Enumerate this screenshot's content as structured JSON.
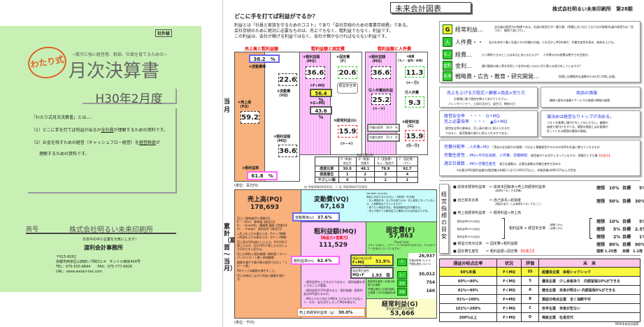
{
  "cover": {
    "confidential": "社外秘",
    "logo_text": "わたり式",
    "subtitle": "~数字に強い経営者、幹部、社員を育てるための~",
    "title": "月次決算書",
    "period": "H30年2月度",
    "intro": "「わたり式月次決算書」とは、、、",
    "point1_a": "（1）どこに手を打てば利益が出るか",
    "point1_u": "全社員",
    "point1_b": "が理解するための資料です。",
    "point2_a": "（2）お金を残すための経営（キャッシュフロー経営）を",
    "point2_u": "経営幹部",
    "point2_b": "が",
    "point2_c": "理解するための資料です。",
    "company_label": "商号",
    "company_name": "株式会社明るい未来印刷所",
    "slogan": "日本中の中小企業を元気にします！",
    "firm": "渡利会計事務所",
    "address": [
      "〒615-8262",
      "京都市西京区山田四ノ坪町11-4　サントル西京404号",
      "TEL：075-555-6844　　FAX：075-777-6926",
      "URL：www.watari-tax.com"
    ]
  },
  "doc": {
    "title": "未来会計図表",
    "company": "株式会社明るい未来印刷所　第28期",
    "heading": "どこに手を打てば利益がでるか？",
    "intro": [
      "利益とは「社員と家族を守るためのコスト」であり「会社存続のための事業存続費」である。",
      "会社存続のために絶対に必要なものは、売上でもなく、粗利益でもなく、利益です。",
      "この利益は、会社が稼げる利益ではなく、会社が稼がなければならない利益です。"
    ],
    "monthly_label": "当月",
    "cumulative_label": "累計（期首～当月）",
    "unit": "(単位：百万円)",
    "unit2": "(単位：千円)",
    "chart1": {
      "heading": "売上高と粗利益額",
      "vc_ratio": "38.2　%",
      "vc_ratio_label": "⑥変動費率",
      "vc": "22.6",
      "vc_label": "②変動費\n(VQ)",
      "sales_label": "①売上高\n(PQ)",
      "sales": "59.2",
      "mq_label": "③粗利益額\n(MQ)",
      "mq": "36.6",
      "mq_ratio_label": "⑤粗利益率",
      "mq_ratio": "61.8　%"
    },
    "chart2": {
      "heading": "粗利益額と固定費",
      "mq_label": "③粗利益額\n(MQ)",
      "mq": "36.6",
      "f_label": "④固定費\n(F)",
      "f": "20.6",
      "fmq_label": "⑦F÷MQ",
      "fmq": "56.4　%",
      "bubble": "経営安全率",
      "gmq_label": "⑧G÷MQ",
      "gmq": "43.6　%",
      "g_label": "⑨経常利益(G)",
      "g": "15.9",
      "g_formula": "(③−④)"
    },
    "chart3": {
      "heading": "粗利益額と人件費",
      "mq_label": "③粗利益額\n(MQ)",
      "mq": "36.6",
      "exp_label": "⑩経費\n(モノ・金利・未来)",
      "exp": "11.3",
      "exp_formula": "(④−⑪)",
      "labor_mq_label": "⑫人件費前利益",
      "labor_mq": "25.2",
      "labor_mq_formula": "(③−⑩)",
      "labor_label": "⑪人件費",
      "labor": "9.3",
      "eq1": "労働分配率　36.9　%",
      "eq2": "労働生産性　25.4　百",
      "g_label": "⑨経常利益\n(G)",
      "g": "15.9",
      "g_formula": "(⑫−⑪)"
    },
    "sens": {
      "title": "利益感度分析",
      "headers": [
        "",
        "P（単価）\n商品力",
        "Q（数量）\n営業力",
        "V（変動費）\n仕入・製造力",
        "F（固定費）\nパワー"
      ],
      "rows": [
        {
          "label": "感度比率",
          "cells": [
            "30.0",
            "48.1",
            "79.9",
            "92.7"
          ]
        },
        {
          "label": "感度順位",
          "cells": [
            "1",
            "2",
            "3",
            "4"
          ]
        },
        {
          "label": "やさしい順",
          "cells": [
            "4",
            "3",
            "2",
            "1"
          ]
        }
      ]
    },
    "date_range": "自 平成30年04月01日　～ 至 平成30年07月30日",
    "cum": {
      "sales_label": "売上高(PQ)",
      "sales": "178,693",
      "vc_label": "変動費(VQ)",
      "vc": "67,163",
      "vc_ratio_label": "変動費率(v)",
      "vc_ratio": "37.6%",
      "vq_notes": [
        "Variable Quantity",
        "商品に対応するもの(仕入・材料費・外注費)",
        "・仕入単価交渉、仕入先の絞り込み、仕入過多になっていないか、人員教育はできていますか？",
        "・売りたい商品を売る。商品別粗利益を把握する。",
        "・売上が落ちても粗利益さえ確保されれば利益が上がる。"
      ],
      "mq_label": "粗利益額(MQ)",
      "mq_sub": "【商品力×営業力】",
      "mq": "111,529",
      "mq_ratio_label": "粗利益率(m)",
      "mq_ratio": "62.4%",
      "orange_notes": [
        "売上＝客単価(P)×客数(Q)",
        "P・・Price　客単価【商品力】",
        "Q・・Quantity　購買数 顧客【営業力】",
        "m・・margin　粗利益率【商品力】",
        "=売上を上げる事ならば、Pアップ戦略",
        "=利益を上げる事ならば、Qアップ戦略",
        "売上高が10%減少したとき、Pが10%下落したのか、Qが10%下落したのかによりGが大きく変わる。",
        "売上の原則=(既存顧客−解約客＋スリーパー)×リピート数＋新規顧客",
        "顧客を増やす事が真の経営ではなく「リピート数」",
        "PQアップは顧客を増やすこと。",
        "売上を伸ばしながら利益と顧客を増やす。"
      ],
      "pink_notes": [
        "・粗利益率を上げるだけではなく、粗利益額を多くすることが重要。",
        "・粗利益率が10%変わると、粗利益額、経常利益は何%変わるのか。",
        "・MQ上げると何とかMQを上げるだけではなく人・もの・金を活かしきってMQを伸ばす。"
      ],
      "safety_label": "損益分岐点比率",
      "safety_formula": "F÷MQ",
      "safety": "51.9%",
      "prod_label": "固定費生産性",
      "prod_formula": "MQ÷F",
      "prod": "1.93　倍",
      "f_label": "固定費(F)",
      "f": "57,863",
      "f_sub": "Fixed Cost",
      "f_note": "コストではなく、パワー。F÷MQを作り出すもの。F(人)がパワーを活かしきっていますか？",
      "f_items": [
        {
          "icon": "人",
          "value": "26,937",
          "subs": [
            "労働分配率 41.4 %",
            "労働生産性 24.2 %"
          ]
        },
        {
          "icon": "モノ",
          "value": "30,012"
        },
        {
          "icon": "金利",
          "value": "754"
        },
        {
          "icon": "未来",
          "value": "160"
        }
      ],
      "f_notes": [
        "固定費生産性＝社員の経営力の指標",
        "労働生産性＝社員の給料の指標 人が付加価値を稼ぐ"
      ],
      "g_label": "経常利益(G)",
      "g_sub": "会社員の経営力の指標",
      "g": "53,666",
      "g_ratio_label": "売上高経常利益率（g）",
      "g_ratio": "30.0%"
    }
  },
  "legend": {
    "items": [
      {
        "icon": "G",
        "label": "経常利益…",
        "desc": "全社員の経営力の指標である。社員の経営力が一番大事。(現場に近い社どうなり社の指標)社員の経営力は「気づき」　継続で身に付く。"
      },
      {
        "icon": "人",
        "label": "人件費・・",
        "desc": "金分を求めて働く社員たちの労働の対価。人を活かしMQを稼ぎ、労働生産性を高め、給料を上げる。"
      },
      {
        "icon": "モノ",
        "label": "経費…",
        "desc": "もう節約できるところは本当にありませんか？　人件費以外の経費は絶やさを目指す。"
      },
      {
        "icon": "金利",
        "label": "金利…",
        "desc": "銀行融資の借入等を利用して金利の低いものに切り替える努力をしていますか？"
      },
      {
        "icon": "未来",
        "label": "戦略費・広告・教育・研究開発…",
        "desc": "投資には積極的な姿勢のため付けが常に必要。"
      }
    ]
  },
  "boxes": {
    "eq_title": "売上を上げる方程式＝顧客×商品×売り方",
    "eq_text": [
      "お客様に買う理由を教えてあげてください。",
      "バレンタインデー、土用の丑の日、誕生日、敬老の日"
    ],
    "value_title": "商品の価値",
    "value_text": "機能×基本の価値×サービスの価値×情報の価値",
    "safety_line1": "経営安全率　・・・　G÷MQ",
    "safety_line2": "売上必要倍率　・・・　▲G÷MQ",
    "safety_text": [
      "経営安全率の意味は、売上高の減少に耐えられるか",
      "ではなく、販売数量の減少に耐えられるかである。"
    ],
    "price_title": "値決めは経営なりトップが決める。",
    "price_text": [
      "コストを基準に値付けをしてはいけない。顧客の",
      "価値で値付けをすべき。理想の値段とはお客様が",
      "許してくれる範囲の最高の値段。"
    ],
    "labor": [
      {
        "title": "労働分配率",
        "formula": "…人件費÷MQ",
        "desc": "「賃金の支払能力の指標」ではなく事業経営そのものの効率を社員に教えてくれるもの"
      },
      {
        "title": "労働生産性",
        "formula": "…MQ÷平均社員数、人件費、労働時間",
        "desc": "経営者が人を活かしきっていますか、現場力こそ大事",
        "tag": "【社長力】"
      },
      {
        "title": "適正社員数",
        "formula": "…MQ÷労働生産性",
        "desc": "適正社員数は、必要社員数は労働生産性が決める"
      }
    ],
    "labor_footer": "※必要なMQ(粗利益額)は製造業は年間1人当り1,000万円以上、非製造業は800万円以上が目安"
  },
  "indicators": {
    "title": "経営指標の目安",
    "rows": [
      {
        "name": "■ 総資本経常利益率",
        "formula": "＝ 総資本回転率×売上高経常利益率",
        "note": "(負債を少なくする意識)",
        "ideal": "理想　10%",
        "target": "目標　　5%"
      },
      {
        "name": "■ 自己資本比率",
        "formula": "＝ 自己資本÷総資産",
        "note": "(借金を返すことは負債を少なくすること)",
        "ideal": "理想　50%",
        "target": "目標　30%"
      },
      {
        "name": "■ 売上高経常利益率",
        "formula": "＝ 経常利益÷売上高"
      }
    ],
    "sub_rows": [
      {
        "name": "粗利益率50%の会社",
        "ideal": "理想　10%",
        "target": "目標　　5%"
      },
      {
        "name": "粗利益率25%の会社",
        "ideal": "理想　　5%",
        "target": "目標　2.5%"
      },
      {
        "name": "粗利益率10%の会社",
        "ideal": "理想　　2%",
        "target": "目標　　1%"
      }
    ],
    "sub_formula": "粗利益率 × 経営安全率",
    "sub_note": "(理想 20%)\n(目標 10%)",
    "rows2": [
      {
        "name": "■ 損益分岐点比率",
        "formula": "＝ 固定費÷粗利益額",
        "ideal": "理想　80%",
        "target": "目標　90%"
      },
      {
        "name": "■ 固定費生産性",
        "formula": "＝ 粗利益額÷固定費",
        "tag": "【社長力】",
        "ideal": "理想 1.25倍",
        "target": "目標　1.1倍"
      }
    ]
  },
  "bep_table": {
    "headers": [
      "損益分岐点比率",
      "状況",
      "評価",
      "未　来"
    ],
    "rows": [
      [
        "60%未満",
        "F＜MQ",
        "SS",
        "超優良企業　余裕シャクシャク"
      ],
      [
        "60%～80%",
        "F＜MQ",
        "S",
        "優良企業　少し余裕あり　内部留保10%ができる"
      ],
      [
        "81%～90%",
        "F＜MQ",
        "A",
        "健全企業　未来が明るい 内部留保5%ができる"
      ],
      [
        "91%～100%",
        "F＝MQ",
        "B",
        "損益分岐点企業　全く油断不可"
      ],
      [
        "101%～200%",
        "F＞MQ",
        "C",
        "赤字企業　未来が危ない"
      ],
      [
        "200%以上",
        "F＞MQ",
        "D",
        "倒産企業　社長交代"
      ]
    ]
  },
  "footer": "NEW未来会計図表",
  "colors": {
    "cover_bg": "#c8f0b4",
    "orange": "#f8b07c",
    "pink": "#fcc8fc",
    "cyan": "#c8fcfc",
    "green": "#8ef07a",
    "yellow": "#fcfcc8",
    "highlight": "#f8f840"
  }
}
